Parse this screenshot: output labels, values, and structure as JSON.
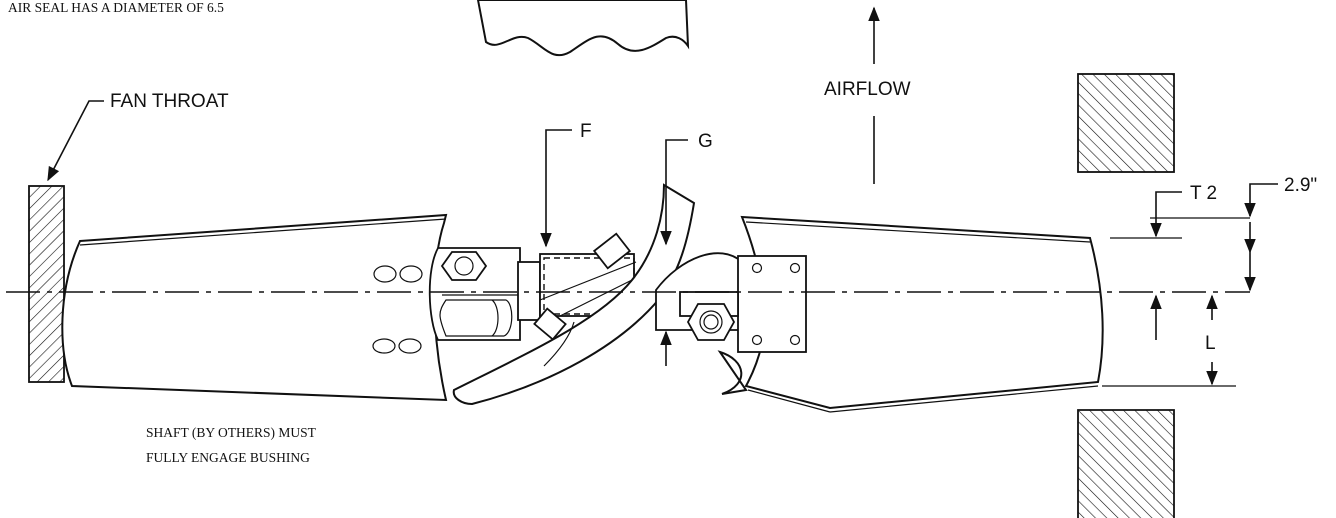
{
  "notes": {
    "top_note": "AIR SEAL HAS A DIAMETER OF 6.5",
    "shaft_note_line1": "SHAFT (BY OTHERS) MUST",
    "shaft_note_line2": "FULLY ENGAGE BUSHING"
  },
  "labels": {
    "fan_throat": "FAN THROAT",
    "airflow": "AIRFLOW",
    "f": "F",
    "g": "G",
    "t2": "T 2",
    "dim_2_9": "2.9\"",
    "l": "L"
  },
  "colors": {
    "line": "#111111",
    "background": "#ffffff"
  }
}
